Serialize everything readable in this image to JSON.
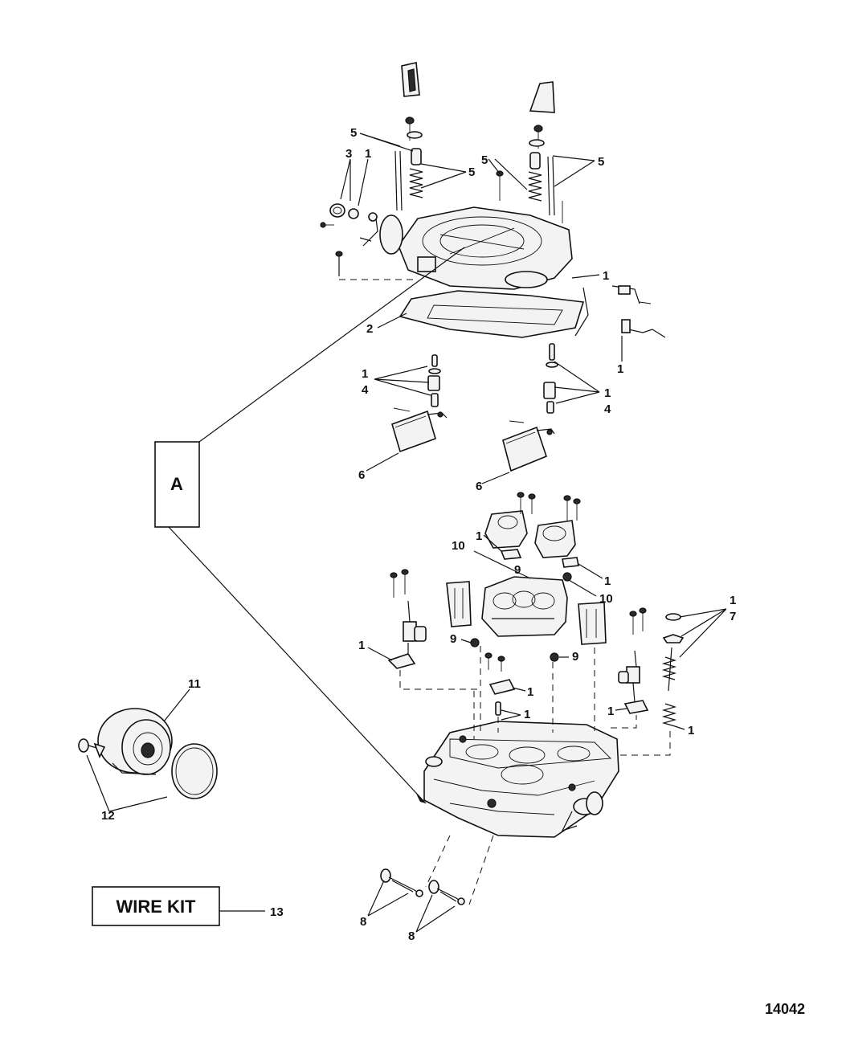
{
  "detail_box_label": "A",
  "wire_kit_label": "WIRE KIT",
  "diagram_number": "14042",
  "callouts": {
    "c1": "1",
    "c2": "2",
    "c3": "3",
    "c4": "4",
    "c5": "5",
    "c6": "6",
    "c7": "7",
    "c8": "8",
    "c9": "9",
    "c10": "10",
    "c11": "11",
    "c12": "12",
    "c13": "13"
  },
  "colors": {
    "ink": "#111111",
    "paper": "#ffffff"
  }
}
